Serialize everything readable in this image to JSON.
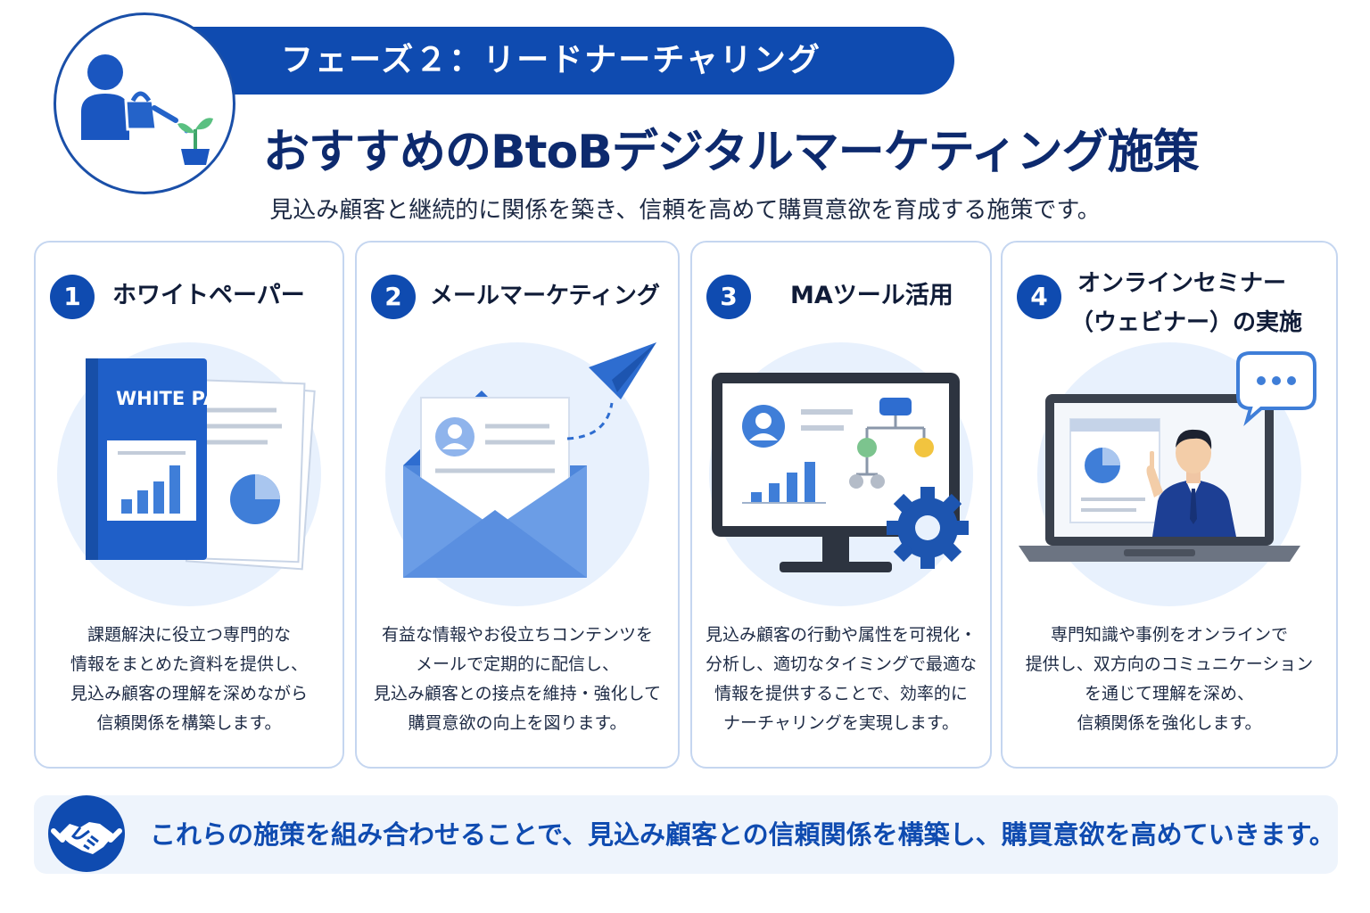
{
  "header": {
    "phase_label": "フェーズ２：リードナーチャリング",
    "title": "おすすめのBtoBデジタルマーケティング施策",
    "subtitle": "見込み顧客と継続的に関係を築き、信頼を高めて購買意欲を育成する施策です。"
  },
  "cards": [
    {
      "number": "1",
      "title": "ホワイトペーパー",
      "illustration_text": "WHITE PAPER",
      "description": [
        "課題解決に役立つ専門的な",
        "情報をまとめた資料を提供し、",
        "見込み顧客の理解を深めながら",
        "信頼関係を構築します。"
      ]
    },
    {
      "number": "2",
      "title": "メールマーケティング",
      "description": [
        "有益な情報やお役立ちコンテンツを",
        "メールで定期的に配信し、",
        "見込み顧客との接点を維持・強化して",
        "購買意欲の向上を図ります。"
      ]
    },
    {
      "number": "3",
      "title": "MAツール活用",
      "description": [
        "見込み顧客の行動や属性を可視化・",
        "分析し、適切なタイミングで最適な",
        "情報を提供することで、効率的に",
        "ナーチャリングを実現します。"
      ]
    },
    {
      "number": "4",
      "title_line1": "オンラインセミナー",
      "title_line2": "（ウェビナー）の実施",
      "description": [
        "専門知識や事例をオンラインで",
        "提供し、双方向のコミュニケーション",
        "を通じて理解を深め、",
        "信頼関係を強化します。"
      ]
    }
  ],
  "footer": {
    "text": "これらの施策を組み合わせることで、見込み顧客との信頼関係を構築し、購買意欲を高めていきます。"
  },
  "colors": {
    "primary": "#0f4bb0",
    "title": "#0d2a6e",
    "card_border": "#c5d6f0",
    "illustration_bg": "#e8f1fd",
    "footer_bg": "#eef4fc"
  },
  "icons": [
    "person-watering-plant-icon",
    "white-paper-icon",
    "email-envelope-icon",
    "paper-plane-icon",
    "monitor-dashboard-icon",
    "gear-icon",
    "laptop-webinar-icon",
    "chat-bubble-icon",
    "handshake-icon"
  ]
}
